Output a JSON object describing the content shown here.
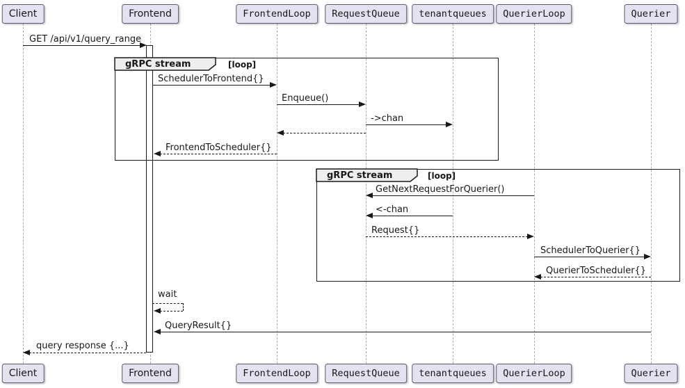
{
  "diagram": {
    "type": "uml-sequence-diagram",
    "participants": [
      {
        "name": "Client"
      },
      {
        "name": "Frontend"
      },
      {
        "name": "FrontendLoop"
      },
      {
        "name": "RequestQueue"
      },
      {
        "name": "tenantqueues"
      },
      {
        "name": "QuerierLoop"
      },
      {
        "name": "Querier"
      }
    ],
    "frames": [
      {
        "title": "gRPC stream",
        "operator": "[loop]"
      },
      {
        "title": "gRPC stream",
        "operator": "[loop]"
      }
    ],
    "messages": [
      {
        "label": "GET /api/v1/query_range",
        "from": "Client",
        "to": "Frontend",
        "style": "solid"
      },
      {
        "label": "SchedulerToFrontend{}",
        "from": "Frontend",
        "to": "FrontendLoop",
        "style": "solid"
      },
      {
        "label": "Enqueue()",
        "from": "FrontendLoop",
        "to": "RequestQueue",
        "style": "solid"
      },
      {
        "label": "->chan",
        "from": "RequestQueue",
        "to": "tenantqueues",
        "style": "solid"
      },
      {
        "label": "",
        "from": "RequestQueue",
        "to": "FrontendLoop",
        "style": "dashed"
      },
      {
        "label": "FrontendToScheduler{}",
        "from": "FrontendLoop",
        "to": "Frontend",
        "style": "dashed"
      },
      {
        "label": "GetNextRequestForQuerier()",
        "from": "QuerierLoop",
        "to": "RequestQueue",
        "style": "solid"
      },
      {
        "label": "<-chan",
        "from": "tenantqueues",
        "to": "RequestQueue",
        "style": "solid"
      },
      {
        "label": "Request{}",
        "from": "RequestQueue",
        "to": "QuerierLoop",
        "style": "dashed"
      },
      {
        "label": "SchedulerToQuerier{}",
        "from": "QuerierLoop",
        "to": "Querier",
        "style": "solid"
      },
      {
        "label": "QuerierToScheduler{}",
        "from": "Querier",
        "to": "QuerierLoop",
        "style": "dashed"
      },
      {
        "label": "wait",
        "from": "Frontend",
        "to": "Frontend",
        "style": "dashed"
      },
      {
        "label": "QueryResult{}",
        "from": "Querier",
        "to": "Frontend",
        "style": "solid"
      },
      {
        "label": "query response {...}",
        "from": "Frontend",
        "to": "Client",
        "style": "dashed"
      }
    ],
    "colors": {
      "background": "#FFFFFF",
      "participant_fill": "#E2E2F0",
      "participant_border": "#5A5A6E",
      "lifeline": "#AAAAAA",
      "arrow": "#181818",
      "frame_border": "#181818",
      "frame_header_fill": "#EEEEEE"
    }
  }
}
